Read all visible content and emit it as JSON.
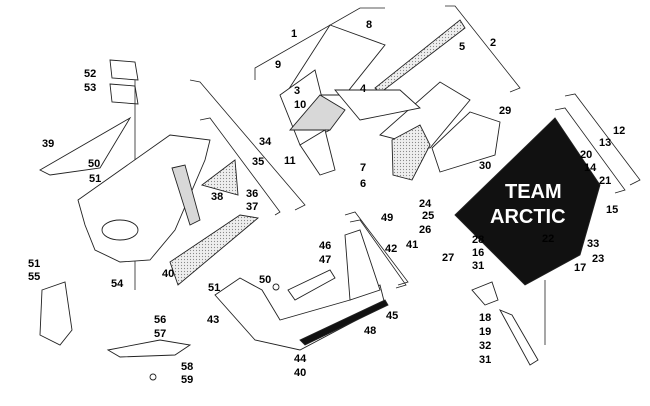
{
  "diagram": {
    "title": "Snowmobile hood and belly pan exploded parts diagram",
    "decal_text": [
      "TEAM",
      "ARCTIC"
    ],
    "callouts": [
      "1",
      "8",
      "5",
      "2",
      "9",
      "3",
      "4",
      "10",
      "11",
      "7",
      "6",
      "29",
      "30",
      "12",
      "13",
      "20",
      "14",
      "21",
      "15",
      "24",
      "25",
      "26",
      "27",
      "28",
      "22",
      "33",
      "16",
      "23",
      "31",
      "17",
      "18",
      "19",
      "32",
      "31",
      "52",
      "53",
      "39",
      "34",
      "35",
      "50",
      "51",
      "36",
      "38",
      "37",
      "54",
      "40",
      "51",
      "55",
      "56",
      "57",
      "58",
      "59",
      "50",
      "51",
      "46",
      "47",
      "43",
      "44",
      "40",
      "49",
      "42",
      "41",
      "45",
      "48"
    ]
  }
}
